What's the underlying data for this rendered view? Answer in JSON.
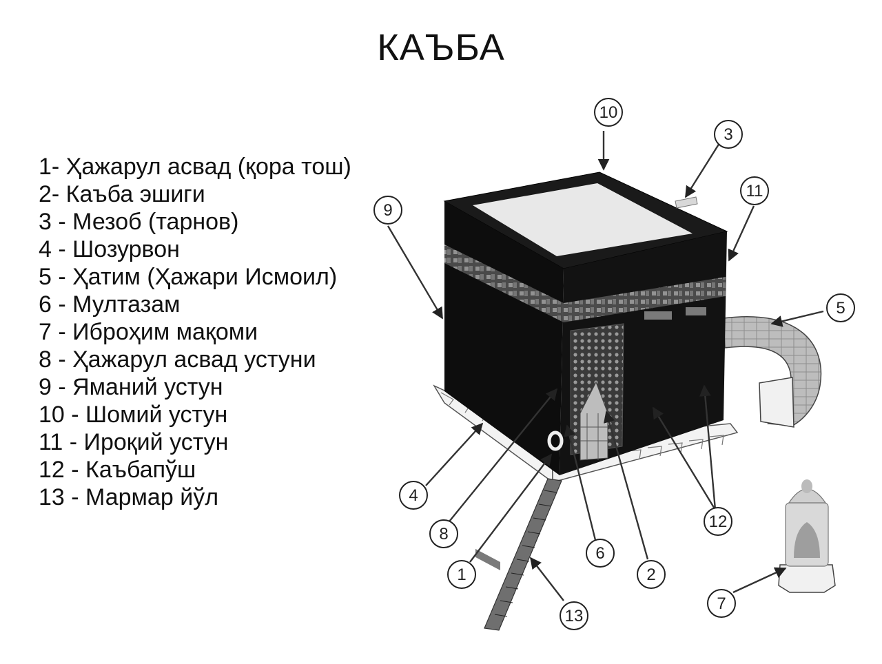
{
  "title": "КАЪБА",
  "legend": [
    "1- Ҳажарул асвад (қора тош)",
    "2- Каъба эшиги",
    "3 - Мезоб (тарнов)",
    "4 - Шозурвон",
    "5 - Ҳатим (Ҳажари  Исмоил)",
    "6 - Мултазам",
    "7 - Иброҳим мақоми",
    "8 - Ҳажарул асвад устуни",
    "9 - Яманий устун",
    "10 - Шомий устун",
    "11 - Ироқий устун",
    "12 - Каъбапўш",
    "13 - Мармар йўл"
  ],
  "callouts": {
    "c1": "1",
    "c2": "2",
    "c3": "3",
    "c4": "4",
    "c5": "5",
    "c6": "6",
    "c7": "7",
    "c8": "8",
    "c9": "9",
    "c10": "10",
    "c11": "11",
    "c12": "12",
    "c13": "13"
  },
  "colors": {
    "kiswa": "#0d0d0d",
    "roof": "#e6e6e6",
    "band": "#8a8a8a",
    "marble": "#f2f2f2"
  }
}
